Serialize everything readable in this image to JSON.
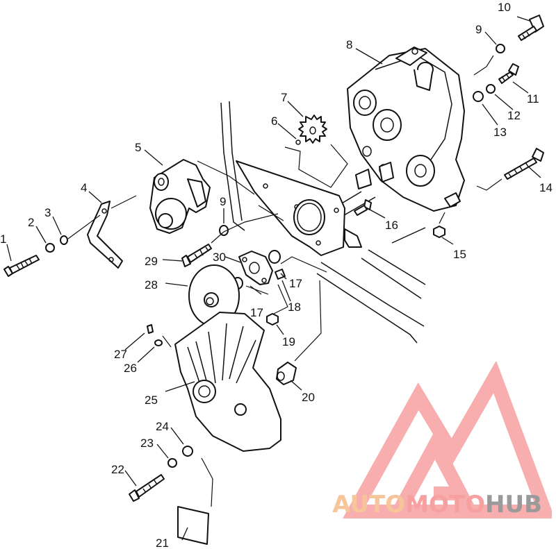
{
  "callouts": [
    {
      "id": "1",
      "label": "1"
    },
    {
      "id": "2",
      "label": "2"
    },
    {
      "id": "3",
      "label": "3"
    },
    {
      "id": "4",
      "label": "4"
    },
    {
      "id": "5",
      "label": "5"
    },
    {
      "id": "6",
      "label": "6"
    },
    {
      "id": "7",
      "label": "7"
    },
    {
      "id": "8",
      "label": "8"
    },
    {
      "id": "9a",
      "label": "9"
    },
    {
      "id": "9b",
      "label": "9"
    },
    {
      "id": "10",
      "label": "10"
    },
    {
      "id": "11",
      "label": "11"
    },
    {
      "id": "12",
      "label": "12"
    },
    {
      "id": "13",
      "label": "13"
    },
    {
      "id": "14",
      "label": "14"
    },
    {
      "id": "15",
      "label": "15"
    },
    {
      "id": "16",
      "label": "16"
    },
    {
      "id": "17a",
      "label": "17"
    },
    {
      "id": "17b",
      "label": "17"
    },
    {
      "id": "18",
      "label": "18"
    },
    {
      "id": "19",
      "label": "19"
    },
    {
      "id": "20",
      "label": "20"
    },
    {
      "id": "21",
      "label": "21"
    },
    {
      "id": "22",
      "label": "22"
    },
    {
      "id": "23",
      "label": "23"
    },
    {
      "id": "24",
      "label": "24"
    },
    {
      "id": "25",
      "label": "25"
    },
    {
      "id": "26",
      "label": "26"
    },
    {
      "id": "27",
      "label": "27"
    },
    {
      "id": "28",
      "label": "28"
    },
    {
      "id": "29",
      "label": "29"
    },
    {
      "id": "30",
      "label": "30"
    }
  ],
  "watermark": {
    "brand_part1": "AUTO",
    "brand_part2": "MOTO",
    "brand_part3": "HUB",
    "colors": {
      "part1": "#f7c59a",
      "part2": "#f6a0a0",
      "part3": "#9a9a9a",
      "logo": "#f7a1a1"
    }
  }
}
